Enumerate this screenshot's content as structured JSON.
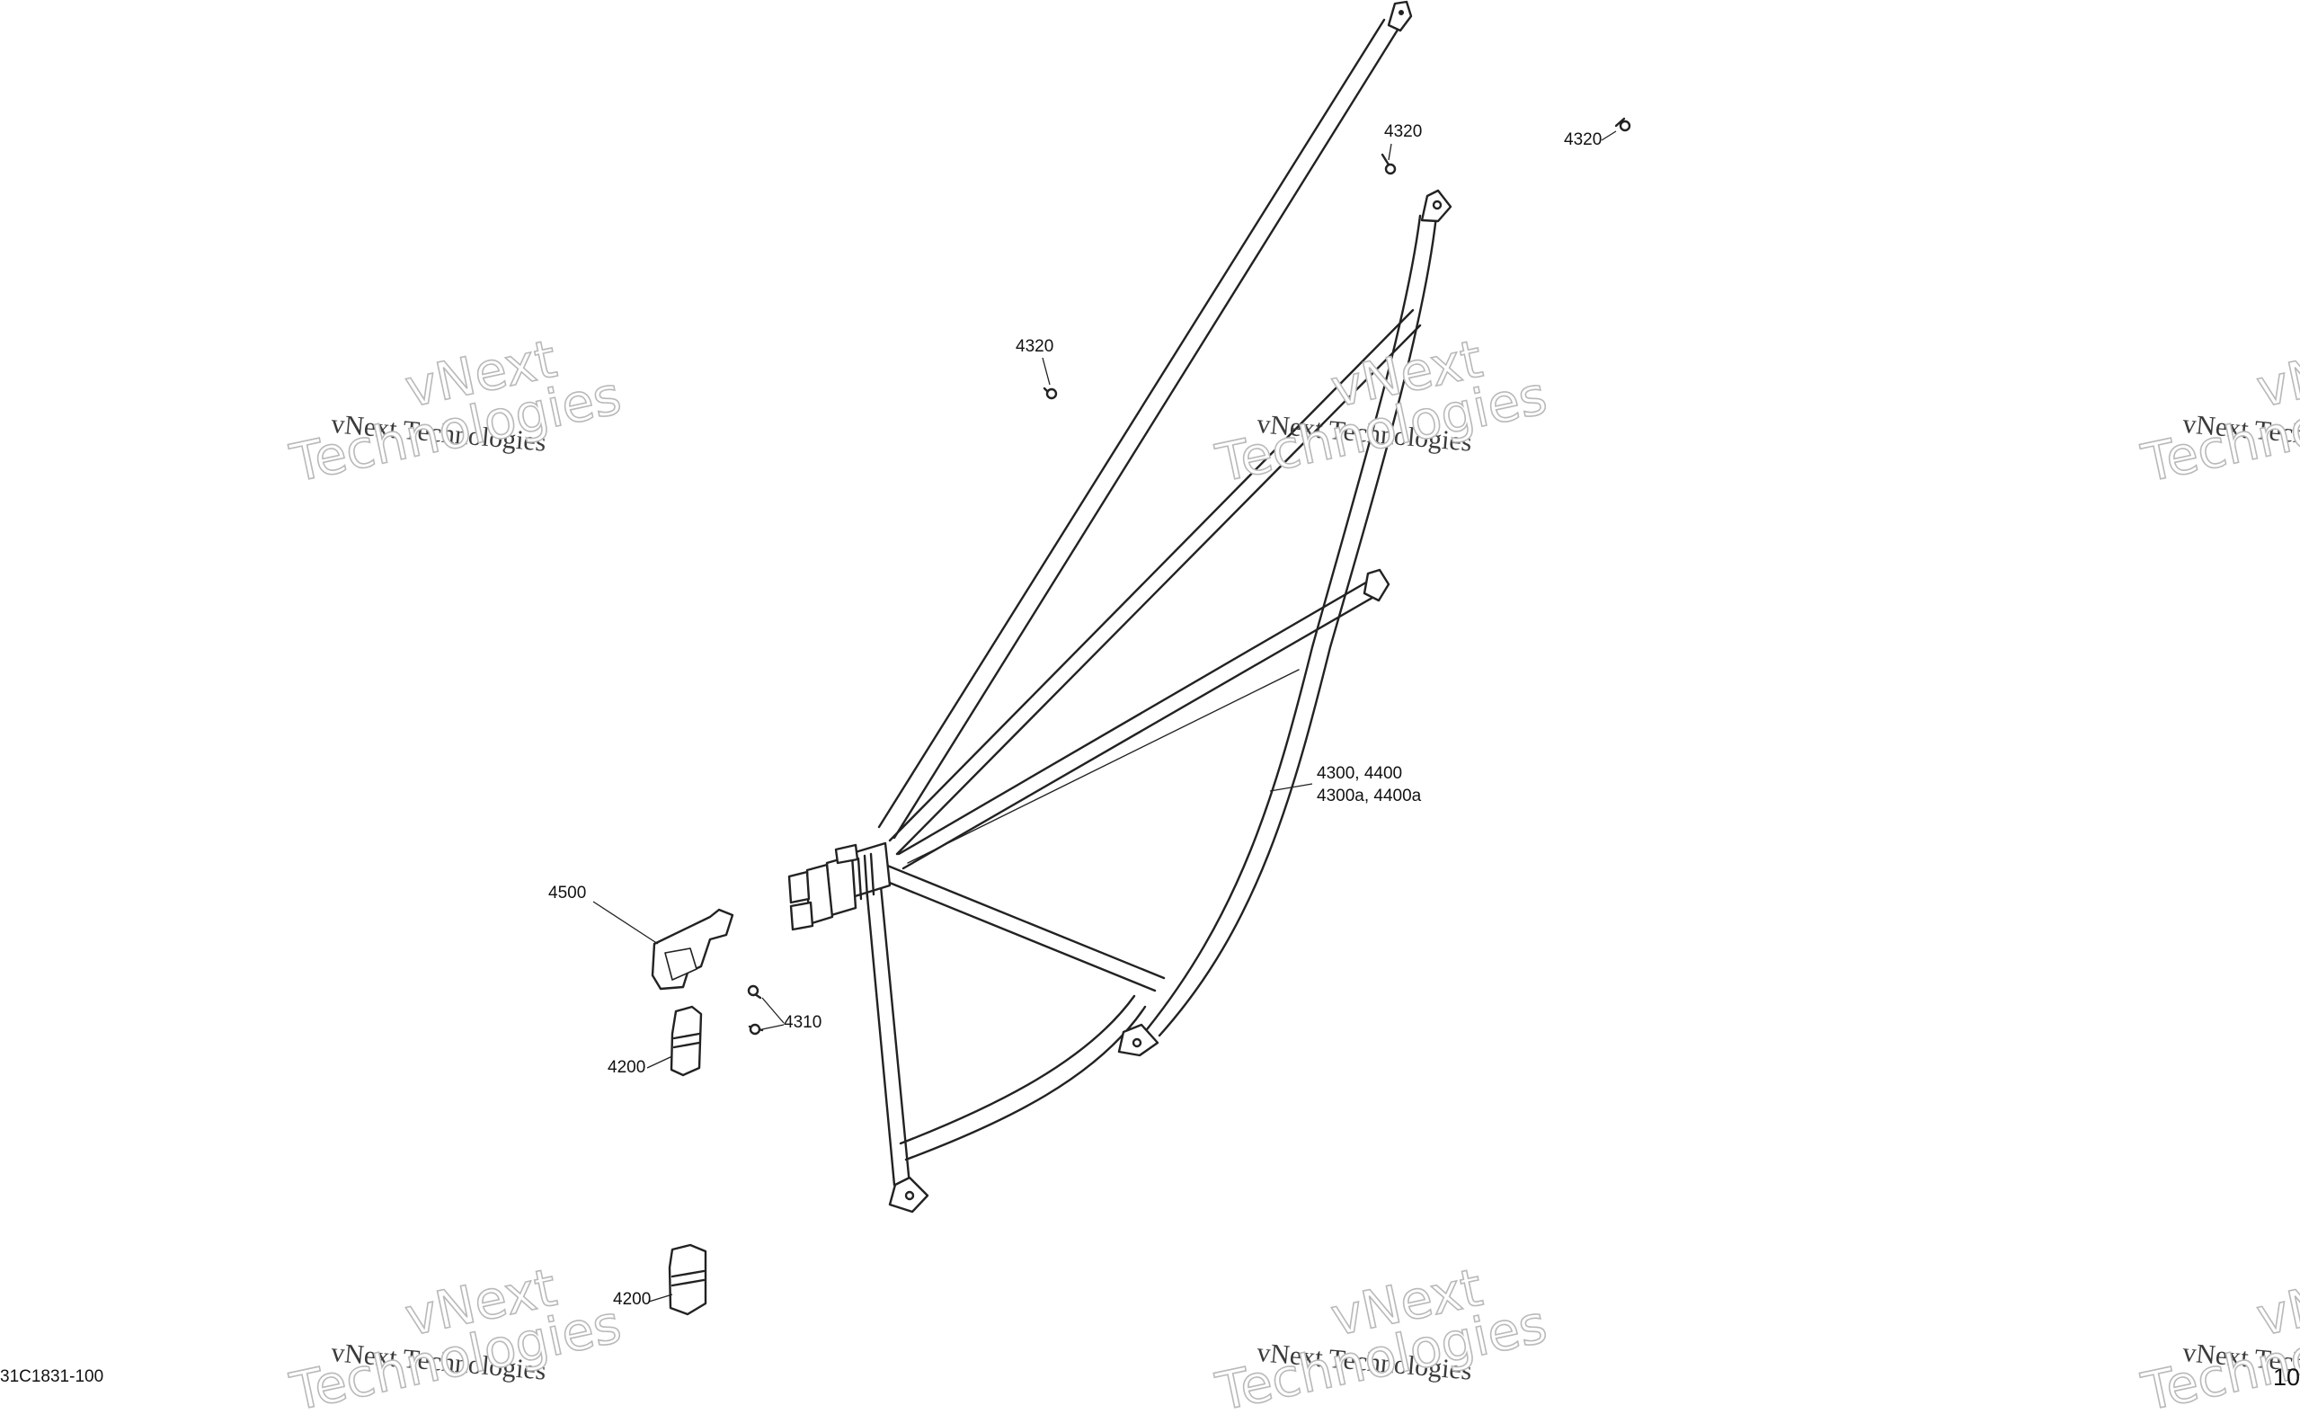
{
  "callouts": {
    "c4320_top": "4320",
    "c4320_right": "4320",
    "c4320_left": "4320",
    "c4300": "4300, 4400",
    "c4300a": "4300a, 4400a",
    "c4500": "4500",
    "c4310": "4310",
    "c4200_upper": "4200",
    "c4200_lower": "4200"
  },
  "watermark": {
    "text": "vNext Technologies",
    "word1": "vNext",
    "word2": "Technologies"
  },
  "footer": {
    "doc_id": "31C1831-100",
    "page_number": "10"
  }
}
